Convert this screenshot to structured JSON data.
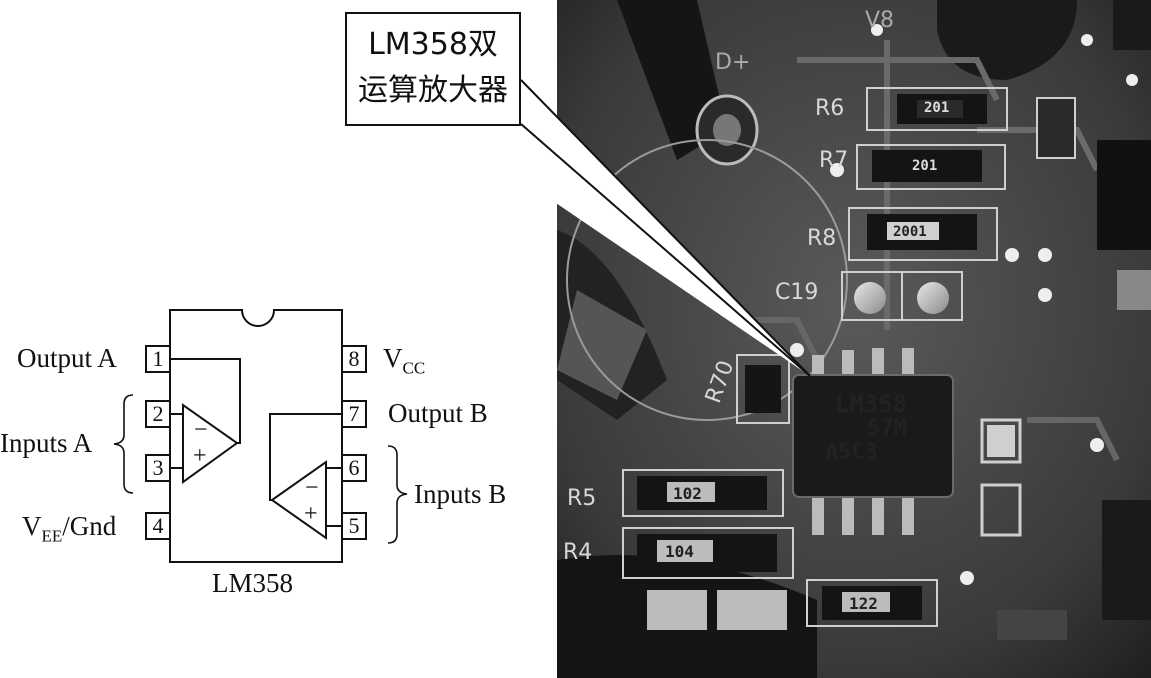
{
  "schematic": {
    "pins": [
      {
        "num": "1",
        "label": "Output A"
      },
      {
        "num": "2",
        "label": ""
      },
      {
        "num": "3",
        "label": ""
      },
      {
        "num": "4",
        "label": "V",
        "sub": "EE",
        "suffix": "/Gnd"
      },
      {
        "num": "5",
        "label": ""
      },
      {
        "num": "6",
        "label": ""
      },
      {
        "num": "7",
        "label": "Output B"
      },
      {
        "num": "8",
        "label": "V",
        "sub": "CC",
        "suffix": ""
      }
    ],
    "group_labels": {
      "inputs_a": "Inputs A",
      "inputs_b": "Inputs B"
    },
    "opamp_signs": {
      "minus": "−",
      "plus": "+"
    },
    "chip_name": "LM358"
  },
  "callout": {
    "line1": "LM358双",
    "line2": "运算放大器"
  },
  "photo": {
    "chip_marking": [
      "LM358",
      "57M",
      "A5C3"
    ],
    "silkscreen": [
      "R6",
      "R7",
      "R8",
      "C19",
      "R70",
      "R5",
      "R4",
      "D+",
      "V8"
    ],
    "resistor_codes": [
      "201",
      "201",
      "2001",
      "102",
      "104",
      "122"
    ]
  }
}
